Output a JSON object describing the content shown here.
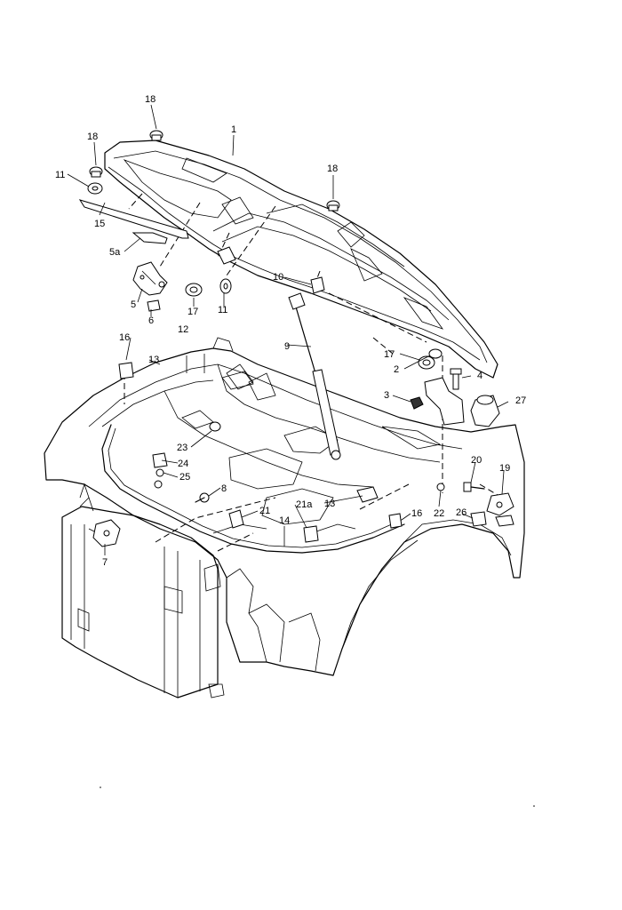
{
  "diagram": {
    "labels": {
      "l1": "1",
      "l2": "2",
      "l3": "3",
      "l4": "4",
      "l5": "5",
      "l5a": "5a",
      "l6": "6",
      "l7": "7",
      "l8": "8",
      "l9": "9",
      "l10": "10",
      "l11a": "11",
      "l11b": "11",
      "l12": "12",
      "l13a": "13",
      "l13b": "13",
      "l14": "14",
      "l15": "15",
      "l16a": "16",
      "l16b": "16",
      "l17a": "17",
      "l17b": "17",
      "l18a": "18",
      "l18b": "18",
      "l18c": "18",
      "l19": "19",
      "l20": "20",
      "l21": "21",
      "l21a": "21a",
      "l22": "22",
      "l23": "23",
      "l24": "24",
      "l25": "25",
      "l26": "26",
      "l27": "27"
    }
  }
}
